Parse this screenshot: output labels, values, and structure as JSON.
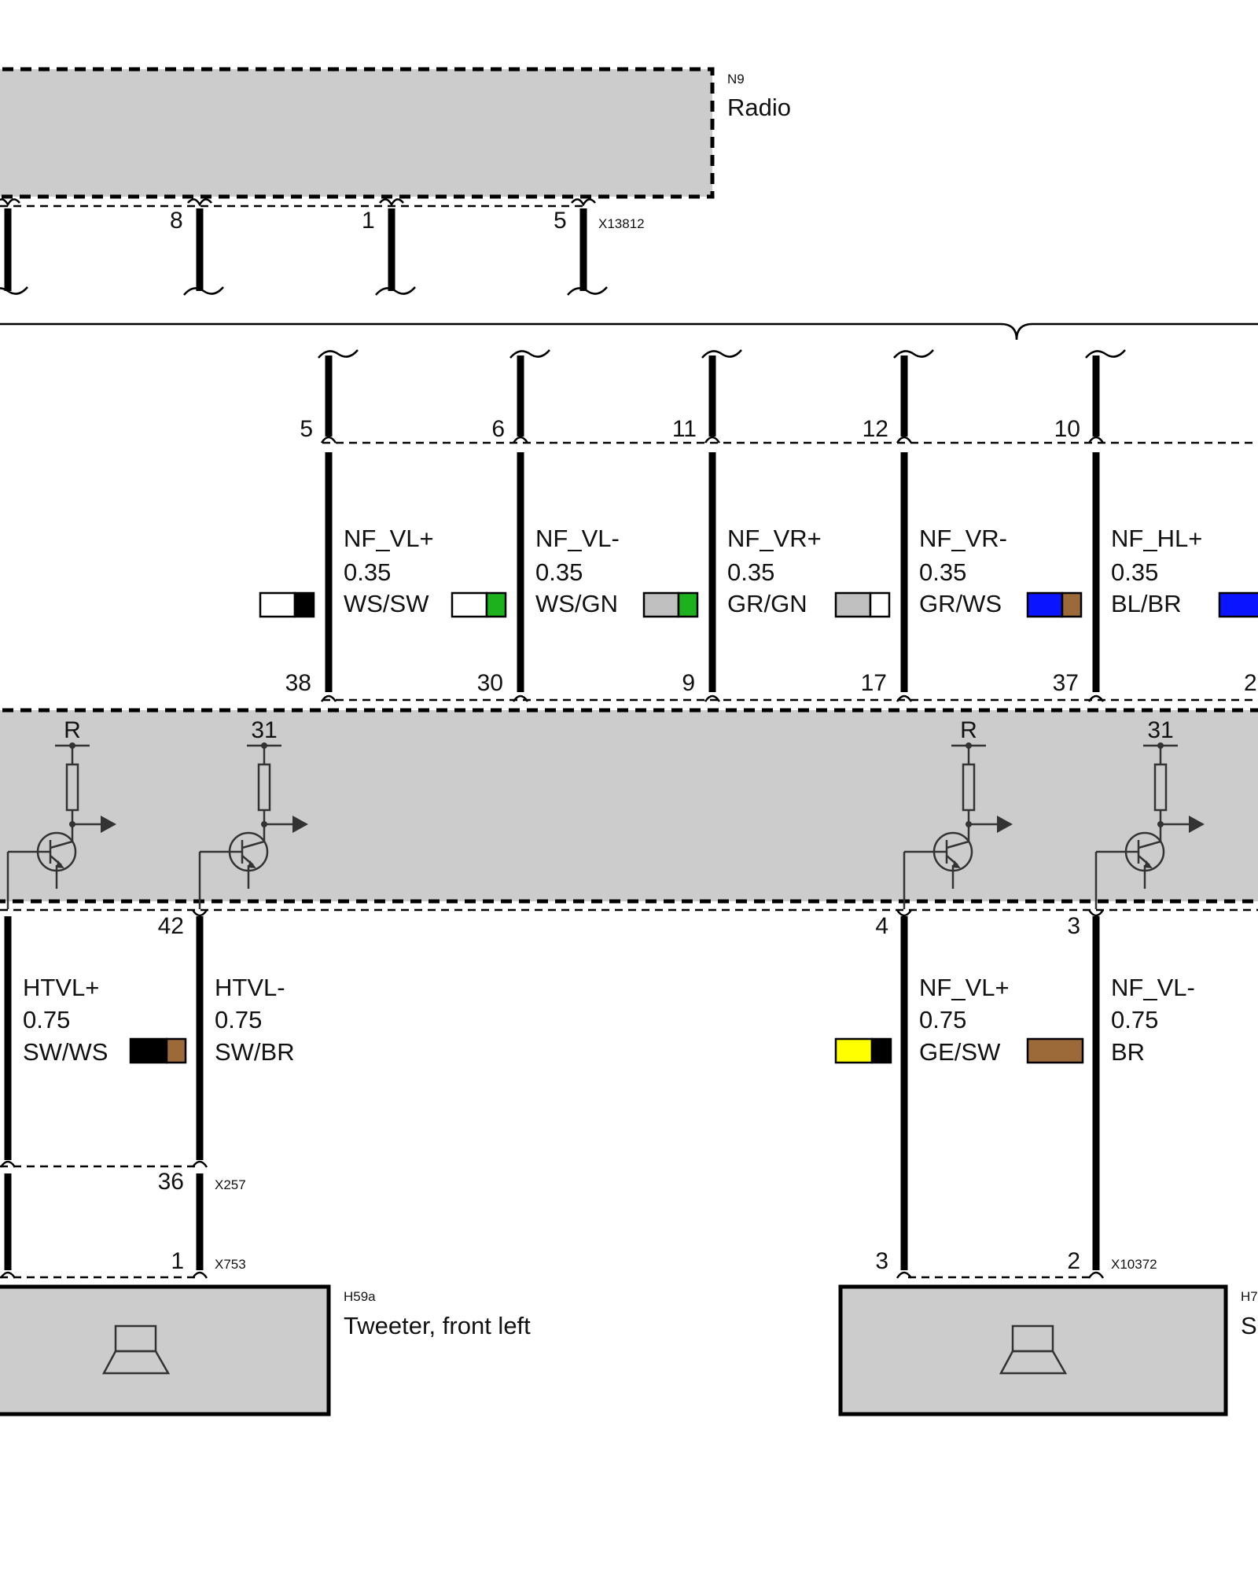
{
  "radio": {
    "code": "N9",
    "name": "Radio",
    "connector": "X13812",
    "pins": [
      "8",
      "1",
      "5"
    ]
  },
  "upper_wires": [
    {
      "pin_top": "5",
      "signal": "NF_VL+",
      "size": "0.35",
      "color": "WS/SW",
      "pin_bottom": "38",
      "c1": "#ffffff",
      "c2": "#000000"
    },
    {
      "pin_top": "6",
      "signal": "NF_VL-",
      "size": "0.35",
      "color": "WS/GN",
      "pin_bottom": "30",
      "c1": "#ffffff",
      "c2": "#1db21d"
    },
    {
      "pin_top": "11",
      "signal": "NF_VR+",
      "size": "0.35",
      "color": "GR/GN",
      "pin_bottom": "9",
      "c1": "#c0c0c0",
      "c2": "#1db21d"
    },
    {
      "pin_top": "12",
      "signal": "NF_VR-",
      "size": "0.35",
      "color": "GR/WS",
      "pin_bottom": "17",
      "c1": "#c0c0c0",
      "c2": "#ffffff"
    },
    {
      "pin_top": "10",
      "signal": "NF_HL+",
      "size": "0.35",
      "color": "BL/BR",
      "pin_bottom": "37",
      "c1": "#0a14ff",
      "c2": "#9c6a38"
    }
  ],
  "upper_extra_pin": "2",
  "amplifier": {
    "terminals": [
      "R",
      "31",
      "R",
      "31"
    ]
  },
  "lower_wires": [
    {
      "pin": "",
      "signal": "HTVL+",
      "size": "0.75",
      "color": "SW/WS",
      "c1": "#000000",
      "c2": "#9c6a38"
    },
    {
      "pin": "42",
      "signal": "HTVL-",
      "size": "0.75",
      "color": "SW/BR"
    },
    {
      "pin": "4",
      "signal": "NF_VL+",
      "size": "0.75",
      "color": "GE/SW",
      "c1": "#ffff00",
      "c2": "#000000"
    },
    {
      "pin": "3",
      "signal": "NF_VL-",
      "size": "0.75",
      "color": "BR",
      "c1": "#9c6a38",
      "c2": "#9c6a38"
    }
  ],
  "connectors": {
    "x257": {
      "name": "X257",
      "pin": "36"
    },
    "x753": {
      "name": "X753",
      "pin": "1"
    },
    "x10372": {
      "name": "X10372",
      "pins": [
        "3",
        "2"
      ]
    }
  },
  "tweeter": {
    "code": "H59a",
    "name": "Tweeter, front left"
  },
  "speaker2": {
    "code": "H7",
    "name": "S"
  }
}
